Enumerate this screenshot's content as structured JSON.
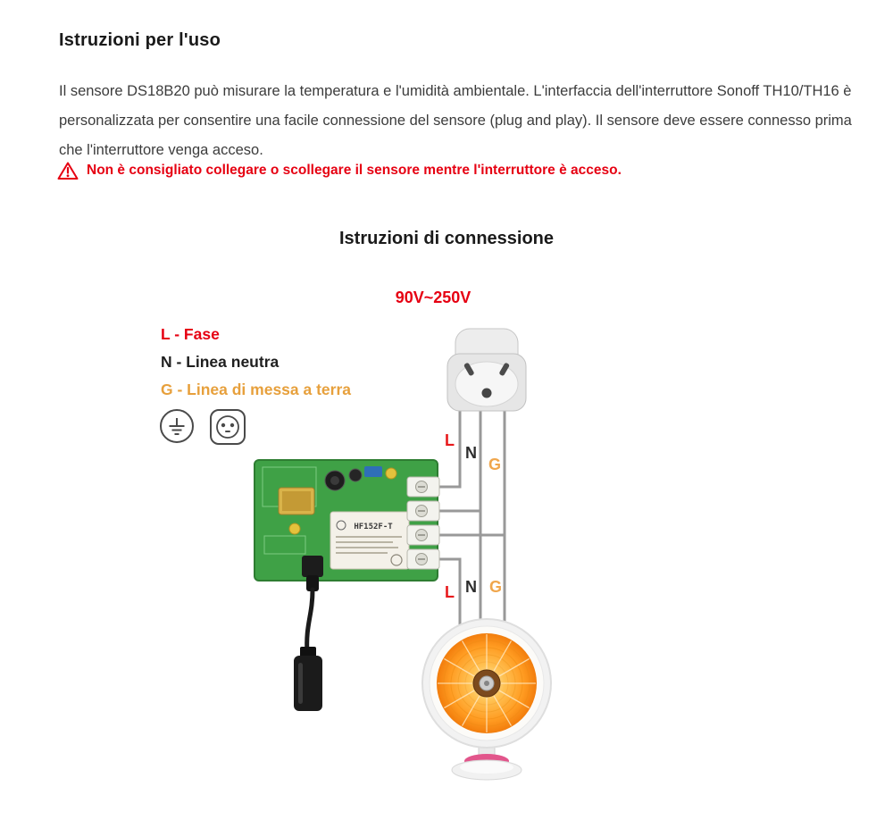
{
  "doc": {
    "title": "Istruzioni per l'uso",
    "paragraph": "Il sensore DS18B20 può misurare la temperatura e l'umidità ambientale. L'interfaccia dell'interruttore Sonoff TH10/TH16 è personalizzata per consentire una facile connessione del sensore (plug and play). Il sensore deve essere connesso prima che l'interruttore venga acceso.",
    "warning_text": "Non è consigliato collegare o scollegare il sensore mentre l'interruttore è acceso.",
    "section_title": "Istruzioni di connessione"
  },
  "diagram": {
    "voltage_label": "90V~250V",
    "legend": [
      {
        "label": "L - Fase",
        "color": "#e60012"
      },
      {
        "label": "N - Linea neutra",
        "color": "#1f1f1f"
      },
      {
        "label": "G - Linea di messa a terra",
        "color": "#e7a03c"
      }
    ],
    "wire_labels_top": {
      "l": "L",
      "n": "N",
      "g": "G"
    },
    "wire_labels_bottom": {
      "l": "L",
      "n": "N",
      "g": "G"
    },
    "relay_label": "HF152F-T",
    "colors": {
      "accent_red": "#e60012",
      "live": "#e8191c",
      "neutral": "#2d2d2d",
      "ground": "#f0a64c"
    }
  }
}
